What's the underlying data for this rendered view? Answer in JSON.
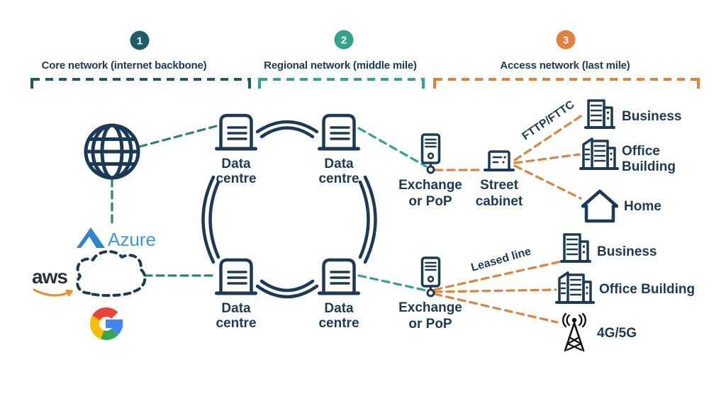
{
  "title_hidden": "",
  "sections": [
    {
      "number": "1",
      "label": "Core network (internet backbone)",
      "color": "#1d5c66"
    },
    {
      "number": "2",
      "label": "Regional network (middle mile)",
      "color": "#2ea58a"
    },
    {
      "number": "3",
      "label": "Access network (last mile)",
      "color": "#e0813c"
    }
  ],
  "cloud_providers": {
    "azure_wordmark": "Azure",
    "aws_wordmark": "aws"
  },
  "nodes": {
    "data_centre": {
      "line1": "Data",
      "line2": "centre"
    },
    "exchange": {
      "line1": "Exchange",
      "line2": "or PoP"
    },
    "street_cabinet": {
      "line1": "Street",
      "line2": "cabinet"
    },
    "business_top": "Business",
    "office_top_line1": "Office",
    "office_top_line2": "Building",
    "home": "Home",
    "business_bottom": "Business",
    "office_building_bottom": "Office Building",
    "mobile": "4G/5G"
  },
  "links": {
    "fttp_label": "FTTP/FTTC",
    "leased_label": "Leased line"
  },
  "colors": {
    "navy": "#1b3a57",
    "core_teal_dark": "#1d5c66",
    "core_line_teal": "#2b8577",
    "regional_green": "#2ea58a",
    "access_orange": "#e0813c",
    "azure_blue": "#3e96da",
    "aws_orange": "#ef8f1f",
    "google_blue": "#4285F4",
    "google_red": "#EA4335",
    "google_yellow": "#FBBC05",
    "google_green": "#34A853",
    "mobile_black": "#111111"
  }
}
